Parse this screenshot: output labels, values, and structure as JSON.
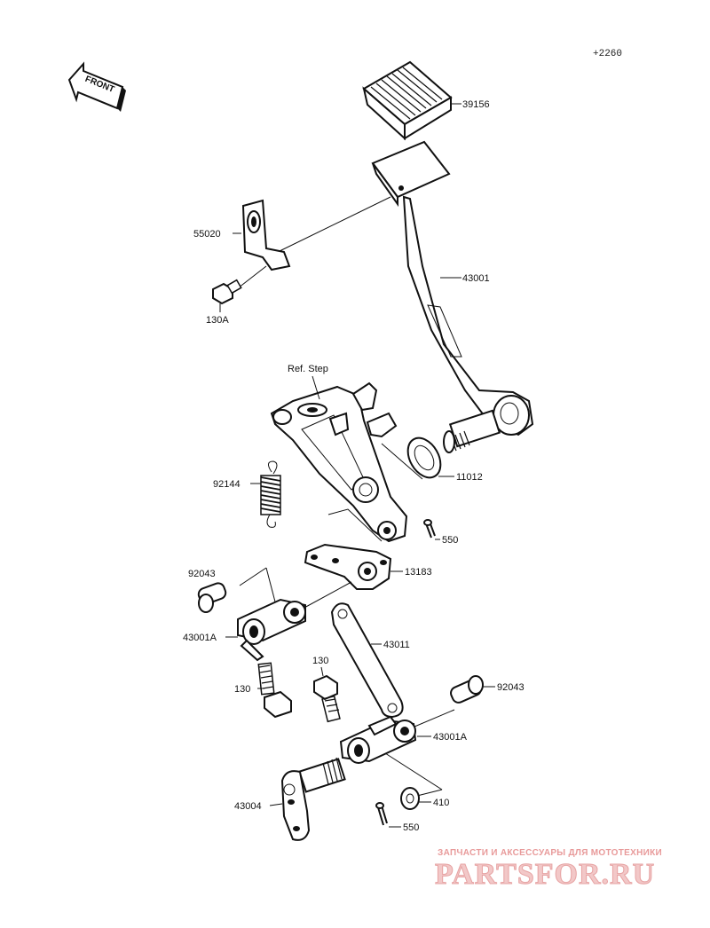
{
  "diagram_code": "+2260",
  "front_label": "FRONT",
  "ref_label": "Ref. Step",
  "part_labels": {
    "p39156": "39156",
    "p55020": "55020",
    "p130A": "130A",
    "p43001": "43001",
    "p11012": "11012",
    "p92144": "92144",
    "p550_top": "550",
    "p92043_left": "92043",
    "p13183": "13183",
    "p43001A_left": "43001A",
    "p43011": "43011",
    "p130_top": "130",
    "p130_left": "130",
    "p92043_right": "92043",
    "p43001A_right": "43001A",
    "p43004": "43004",
    "p410": "410",
    "p550_bottom": "550"
  },
  "watermark": {
    "tagline": "ЗАПЧАСТИ И АКСЕССУАРЫ ДЛЯ МОТОТЕХНИКИ",
    "brand": "PARTSFOR.RU"
  }
}
